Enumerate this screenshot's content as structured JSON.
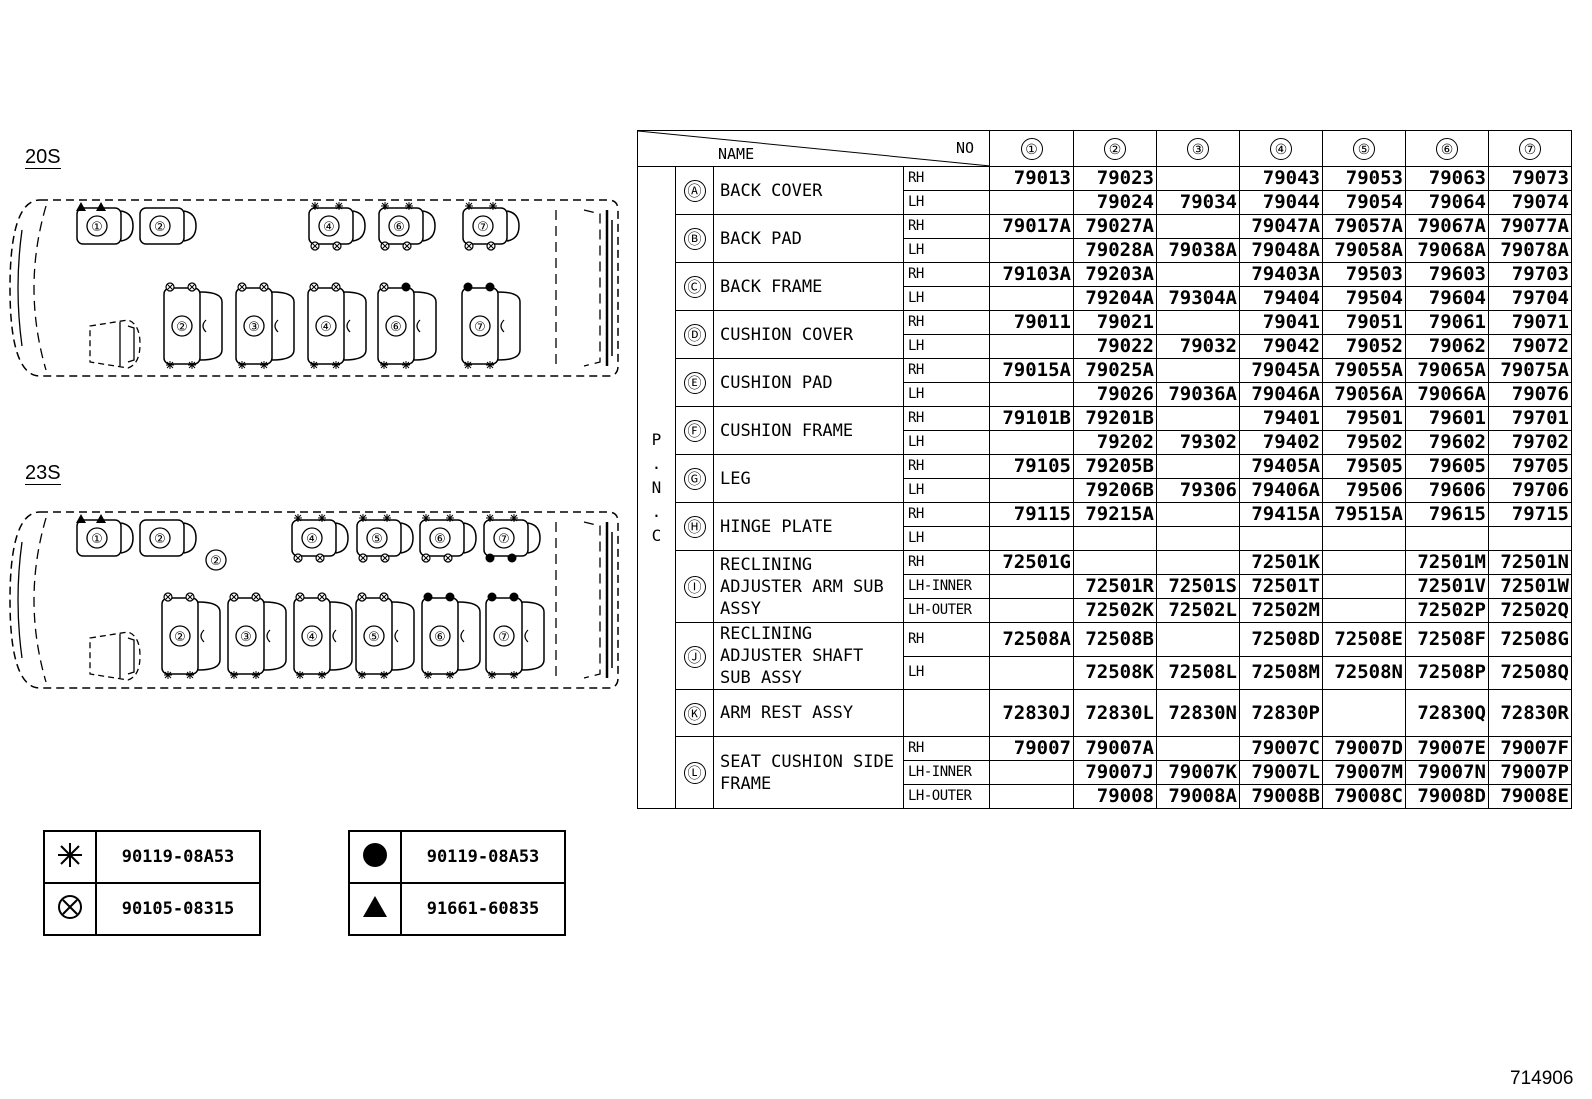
{
  "diagram": {
    "label_20s": "20S",
    "label_23s": "23S",
    "layout_20s": {
      "front_row": [
        "①",
        "②",
        "④",
        "⑥",
        "⑦"
      ],
      "rear_row": [
        "②",
        "③",
        "④",
        "⑥",
        "⑦"
      ]
    },
    "layout_23s": {
      "front_row": [
        "①",
        "②",
        "④",
        "⑤",
        "⑥",
        "⑦"
      ],
      "extra_mark": "②",
      "rear_row": [
        "②",
        "③",
        "④",
        "⑤",
        "⑥",
        "⑦"
      ]
    }
  },
  "table": {
    "header_name": "NAME",
    "header_no": "NO",
    "pnc_label": "P . N . C",
    "columns": [
      "①",
      "②",
      "③",
      "④",
      "⑤",
      "⑥",
      "⑦"
    ],
    "groups": [
      {
        "letter": "Ⓐ",
        "name": "BACK COVER",
        "rows": [
          {
            "side": "RH",
            "values": [
              "79013",
              "79023",
              "",
              "79043",
              "79053",
              "79063",
              "79073"
            ]
          },
          {
            "side": "LH",
            "values": [
              "",
              "79024",
              "79034",
              "79044",
              "79054",
              "79064",
              "79074"
            ]
          }
        ]
      },
      {
        "letter": "Ⓑ",
        "name": "BACK PAD",
        "rows": [
          {
            "side": "RH",
            "values": [
              "79017A",
              "79027A",
              "",
              "79047A",
              "79057A",
              "79067A",
              "79077A"
            ]
          },
          {
            "side": "LH",
            "values": [
              "",
              "79028A",
              "79038A",
              "79048A",
              "79058A",
              "79068A",
              "79078A"
            ]
          }
        ]
      },
      {
        "letter": "Ⓒ",
        "name": "BACK FRAME",
        "rows": [
          {
            "side": "RH",
            "values": [
              "79103A",
              "79203A",
              "",
              "79403A",
              "79503",
              "79603",
              "79703"
            ]
          },
          {
            "side": "LH",
            "values": [
              "",
              "79204A",
              "79304A",
              "79404",
              "79504",
              "79604",
              "79704"
            ]
          }
        ]
      },
      {
        "letter": "Ⓓ",
        "name": "CUSHION COVER",
        "rows": [
          {
            "side": "RH",
            "values": [
              "79011",
              "79021",
              "",
              "79041",
              "79051",
              "79061",
              "79071"
            ]
          },
          {
            "side": "LH",
            "values": [
              "",
              "79022",
              "79032",
              "79042",
              "79052",
              "79062",
              "79072"
            ]
          }
        ]
      },
      {
        "letter": "Ⓔ",
        "name": "CUSHION PAD",
        "rows": [
          {
            "side": "RH",
            "values": [
              "79015A",
              "79025A",
              "",
              "79045A",
              "79055A",
              "79065A",
              "79075A"
            ]
          },
          {
            "side": "LH",
            "values": [
              "",
              "79026",
              "79036A",
              "79046A",
              "79056A",
              "79066A",
              "79076"
            ]
          }
        ]
      },
      {
        "letter": "Ⓕ",
        "name": "CUSHION FRAME",
        "rows": [
          {
            "side": "RH",
            "values": [
              "79101B",
              "79201B",
              "",
              "79401",
              "79501",
              "79601",
              "79701"
            ]
          },
          {
            "side": "LH",
            "values": [
              "",
              "79202",
              "79302",
              "79402",
              "79502",
              "79602",
              "79702"
            ]
          }
        ]
      },
      {
        "letter": "Ⓖ",
        "name": "LEG",
        "rows": [
          {
            "side": "RH",
            "values": [
              "79105",
              "79205B",
              "",
              "79405A",
              "79505",
              "79605",
              "79705"
            ]
          },
          {
            "side": "LH",
            "values": [
              "",
              "79206B",
              "79306",
              "79406A",
              "79506",
              "79606",
              "79706"
            ]
          }
        ]
      },
      {
        "letter": "Ⓗ",
        "name": "HINGE PLATE",
        "rows": [
          {
            "side": "RH",
            "values": [
              "79115",
              "79215A",
              "",
              "79415A",
              "79515A",
              "79615",
              "79715"
            ]
          },
          {
            "side": "LH",
            "values": [
              "",
              "",
              "",
              "",
              "",
              "",
              ""
            ]
          }
        ]
      },
      {
        "letter": "Ⓘ",
        "name": "RECLINING ADJUSTER ARM SUB ASSY",
        "rows": [
          {
            "side": "RH",
            "values": [
              "72501G",
              "",
              "",
              "72501K",
              "",
              "72501M",
              "72501N"
            ]
          },
          {
            "side": "LH-INNER",
            "values": [
              "",
              "72501R",
              "72501S",
              "72501T",
              "",
              "72501V",
              "72501W"
            ]
          },
          {
            "side": "LH-OUTER",
            "values": [
              "",
              "72502K",
              "72502L",
              "72502M",
              "",
              "72502P",
              "72502Q"
            ]
          }
        ]
      },
      {
        "letter": "Ⓙ",
        "name": "RECLINING ADJUSTER SHAFT SUB ASSY",
        "rows": [
          {
            "side": "RH",
            "values": [
              "72508A",
              "72508B",
              "",
              "72508D",
              "72508E",
              "72508F",
              "72508G"
            ]
          },
          {
            "side": "LH",
            "values": [
              "",
              "72508K",
              "72508L",
              "72508M",
              "72508N",
              "72508P",
              "72508Q"
            ]
          }
        ]
      },
      {
        "letter": "Ⓚ",
        "name": "ARM REST ASSY",
        "rows": [
          {
            "side": "",
            "values": [
              "72830J",
              "72830L",
              "72830N",
              "72830P",
              "",
              "72830Q",
              "72830R"
            ]
          }
        ]
      },
      {
        "letter": "Ⓛ",
        "name": "SEAT CUSHION SIDE FRAME",
        "rows": [
          {
            "side": "RH",
            "values": [
              "79007",
              "79007A",
              "",
              "79007C",
              "79007D",
              "79007E",
              "79007F"
            ]
          },
          {
            "side": "LH-INNER",
            "values": [
              "",
              "79007J",
              "79007K",
              "79007L",
              "79007M",
              "79007N",
              "79007P"
            ]
          },
          {
            "side": "LH-OUTER",
            "values": [
              "",
              "79008",
              "79008A",
              "79008B",
              "79008C",
              "79008D",
              "79008E"
            ]
          }
        ]
      }
    ]
  },
  "legend_left": [
    {
      "icon": "asterisk-bolt-icon",
      "code": "90119-08A53"
    },
    {
      "icon": "circle-x-bolt-icon",
      "code": "90105-08315"
    }
  ],
  "legend_right": [
    {
      "icon": "filled-circle-bolt-icon",
      "code": "90119-08A53"
    },
    {
      "icon": "triangle-bolt-icon",
      "code": "91661-60835"
    }
  ],
  "figure_number": "714906"
}
